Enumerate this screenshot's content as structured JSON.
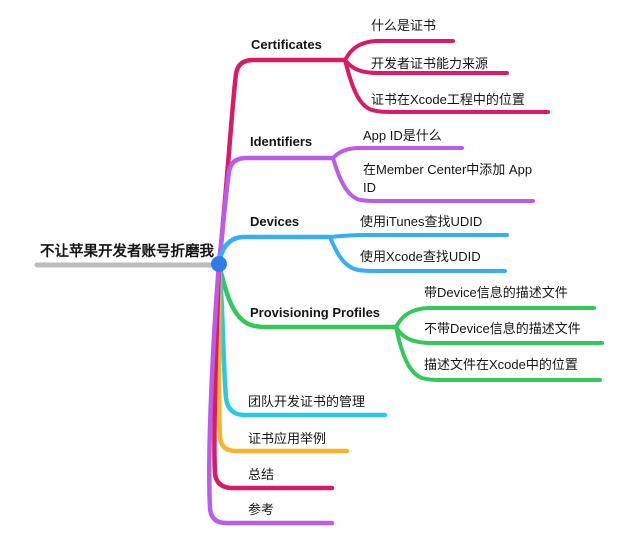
{
  "root": {
    "label": "不让苹果开发者账号折磨我"
  },
  "junction_dot_color": "#2F7BE8",
  "root_line_color": "#BCBCBE",
  "branches": [
    {
      "label": "Certificates",
      "color": "#D91A66",
      "children": [
        "什么是证书",
        "开发者证书能力来源",
        "证书在Xcode工程中的位置"
      ]
    },
    {
      "label": "Identifiers",
      "color": "#BB5CE8",
      "children": [
        "App ID是什么",
        "在Member Center中添加 App ID"
      ]
    },
    {
      "label": "Devices",
      "color": "#35AFF1",
      "children": [
        "使用iTunes查找UDID",
        "使用Xcode查找UDID"
      ]
    },
    {
      "label": "Provisioning Profiles",
      "color": "#34C85B",
      "children": [
        "带Device信息的描述文件",
        "不带Device信息的描述文件",
        "描述文件在Xcode中的位置"
      ]
    },
    {
      "label": "团队开发证书的管理",
      "color": "#2BC8E4",
      "children": []
    },
    {
      "label": "证书应用举例",
      "color": "#F6B42C",
      "children": []
    },
    {
      "label": "总结",
      "color": "#D91A66",
      "children": []
    },
    {
      "label": "参考",
      "color": "#BB5CE8",
      "children": []
    }
  ]
}
